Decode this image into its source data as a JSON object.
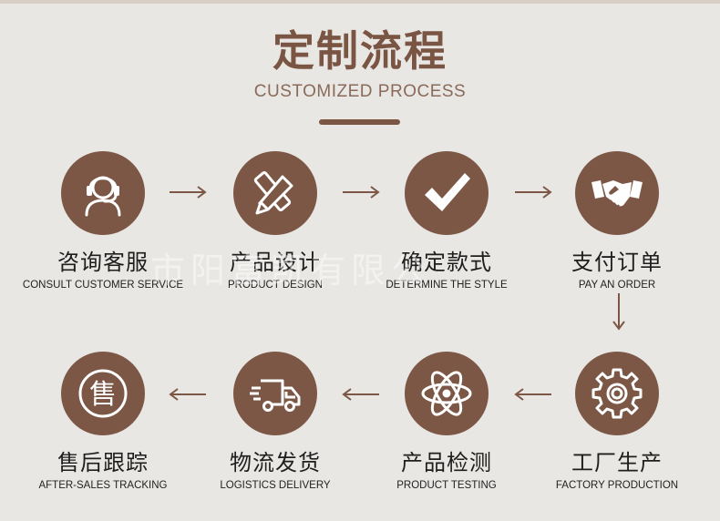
{
  "header": {
    "title": "定制流程",
    "subtitle": "CUSTOMIZED PROCESS"
  },
  "watermark": "市阳富凯有限公",
  "colors": {
    "accent": "#7c5745",
    "background": "#e9e7e4",
    "icon": "#ffffff"
  },
  "steps": [
    {
      "cn": "咨询客服",
      "en": "CONSULT CUSTOMER SERVICE",
      "icon": "headset-icon"
    },
    {
      "cn": "产品设计",
      "en": "PRODUCT DESIGN",
      "icon": "pencil-ruler-icon"
    },
    {
      "cn": "确定款式",
      "en": "DETERMINE THE STYLE",
      "icon": "checkmark-icon"
    },
    {
      "cn": "支付订单",
      "en": "PAY AN ORDER",
      "icon": "handshake-icon"
    },
    {
      "cn": "工厂生产",
      "en": "FACTORY PRODUCTION",
      "icon": "gear-icon"
    },
    {
      "cn": "产品检测",
      "en": "PRODUCT TESTING",
      "icon": "atom-icon"
    },
    {
      "cn": "物流发货",
      "en": "LOGISTICS DELIVERY",
      "icon": "delivery-truck-icon"
    },
    {
      "cn": "售后跟踪",
      "en": "AFTER-SALES TRACKING",
      "icon": "after-sales-icon",
      "glyph": "售"
    }
  ]
}
